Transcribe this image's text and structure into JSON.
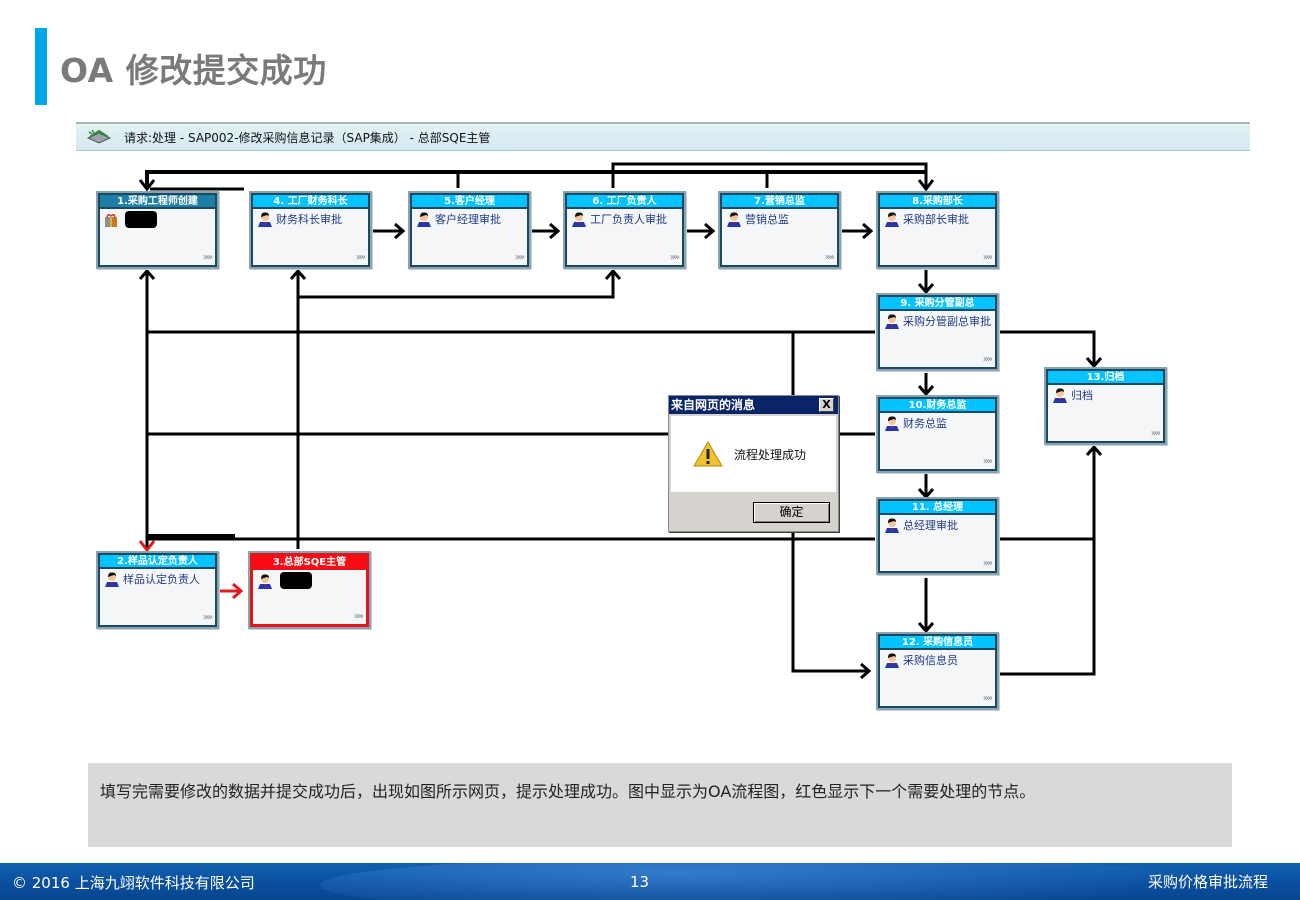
{
  "slide": {
    "title": "OA 修改提交成功",
    "accent_color": "#00a6e9"
  },
  "app_header": {
    "icon": "workflow-icon",
    "text": "请求:处理 - SAP002-修改采购信息记录（SAP集成） - 总部SQE主管"
  },
  "flow": {
    "nodes": [
      {
        "id": "1",
        "title": "1.采购工程师创建",
        "body": "",
        "icon": "gift-icon",
        "redacted": true,
        "state": "start"
      },
      {
        "id": "4",
        "title": "4. 工厂财务科长",
        "body": "财务科长审批",
        "icon": "person-icon",
        "redacted": false,
        "state": "normal"
      },
      {
        "id": "5",
        "title": "5.客户经理",
        "body": "客户经理审批",
        "icon": "person-icon",
        "redacted": false,
        "state": "normal"
      },
      {
        "id": "6",
        "title": "6. 工厂负责人",
        "body": "工厂负责人审批",
        "icon": "person-icon",
        "redacted": false,
        "state": "normal"
      },
      {
        "id": "7",
        "title": "7.营销总监",
        "body": "营销总监",
        "icon": "person-icon",
        "redacted": false,
        "state": "normal"
      },
      {
        "id": "8",
        "title": "8.采购部长",
        "body": "采购部长审批",
        "icon": "person-icon",
        "redacted": false,
        "state": "normal"
      },
      {
        "id": "9",
        "title": "9. 采购分管副总",
        "body": "采购分管副总审批",
        "icon": "person-icon",
        "redacted": false,
        "state": "normal"
      },
      {
        "id": "10",
        "title": "10.财务总监",
        "body": "财务总监",
        "icon": "person-icon",
        "redacted": false,
        "state": "normal"
      },
      {
        "id": "11",
        "title": "11. 总经理",
        "body": "总经理审批",
        "icon": "person-icon",
        "redacted": false,
        "state": "normal"
      },
      {
        "id": "12",
        "title": "12. 采购信息员",
        "body": "采购信息员",
        "icon": "person-icon",
        "redacted": false,
        "state": "normal"
      },
      {
        "id": "13",
        "title": "13.归档",
        "body": "归档",
        "icon": "person-icon",
        "redacted": false,
        "state": "normal"
      },
      {
        "id": "2",
        "title": "2.样品认定负责人",
        "body": "样品认定负责人",
        "icon": "person-icon",
        "redacted": false,
        "state": "done"
      },
      {
        "id": "3",
        "title": "3.总部SQE主管",
        "body": "",
        "icon": "person-icon",
        "redacted": true,
        "state": "current"
      }
    ],
    "more_glyph": "»»",
    "current_color": "#fb0b12",
    "title_color": "#00c3ff"
  },
  "dialog": {
    "title": "来自网页的消息",
    "close_glyph": "X",
    "message": "流程处理成功",
    "ok_label": "确定"
  },
  "caption": {
    "text": "填写完需要修改的数据并提交成功后，出现如图所示网页，提示处理成功。图中显示为OA流程图，红色显示下一个需要处理的节点。"
  },
  "footer": {
    "copyright": "© 2016 上海九翊软件科技有限公司",
    "page_number": "13",
    "section": "采购价格审批流程"
  }
}
